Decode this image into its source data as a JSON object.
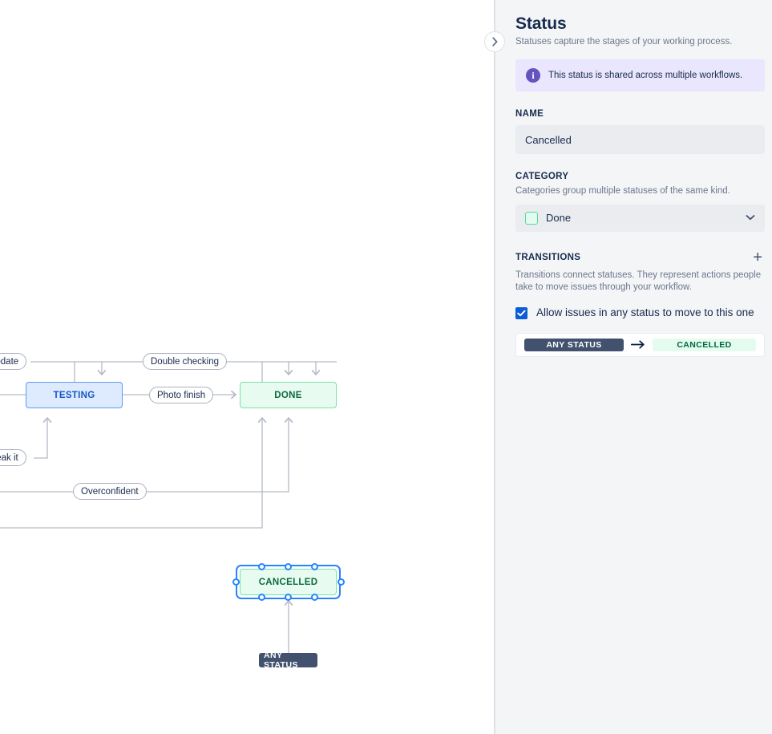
{
  "canvas": {
    "nodes": [
      {
        "id": "testing",
        "label": "TESTING"
      },
      {
        "id": "done",
        "label": "DONE"
      },
      {
        "id": "cancelled",
        "label": "CANCELLED"
      }
    ],
    "transition_labels": [
      {
        "id": "update",
        "text": "update"
      },
      {
        "id": "double-checking",
        "text": "Double checking"
      },
      {
        "id": "photo-finish",
        "text": "Photo finish"
      },
      {
        "id": "break-it",
        "text": "break it"
      },
      {
        "id": "overconfident",
        "text": "Overconfident"
      }
    ],
    "any_status_badge": "ANY STATUS"
  },
  "collapse": {
    "icon": "chevron-right-icon"
  },
  "panel": {
    "title": "Status",
    "subtitle": "Statuses capture the stages of your working process.",
    "banner": {
      "icon": "info-icon",
      "text": "This status is shared across multiple workflows."
    },
    "name": {
      "label": "NAME",
      "value": "Cancelled"
    },
    "category": {
      "label": "CATEGORY",
      "description": "Categories group multiple statuses of the same kind.",
      "selected": "Done",
      "swatch_color": "#E3FCEF",
      "chevron": "chevron-down-icon"
    },
    "transitions": {
      "label": "TRANSITIONS",
      "add_icon": "plus-icon",
      "description": "Transitions connect statuses. They represent actions people take to move issues through your workflow.",
      "checkbox": {
        "checked": true,
        "label": "Allow issues in any status to move to this one"
      },
      "rows": [
        {
          "from": "ANY STATUS",
          "arrow": "arrow-right-icon",
          "to": "CANCELLED"
        }
      ]
    }
  }
}
